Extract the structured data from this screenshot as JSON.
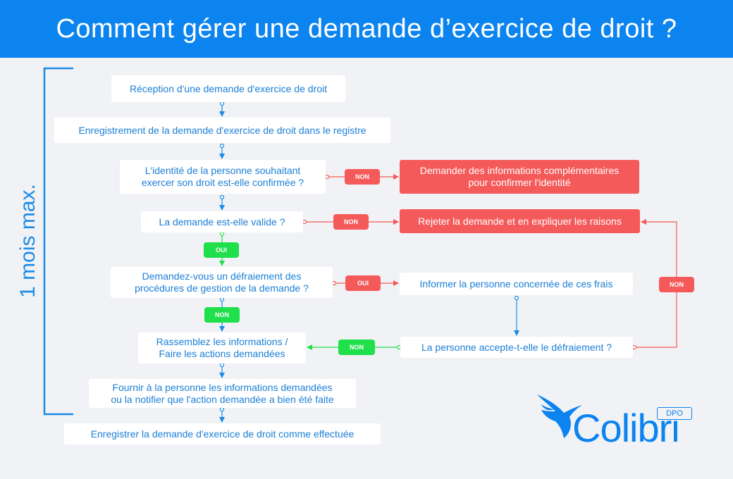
{
  "header": {
    "title": "Comment gérer une demande d’exercice de droit ?"
  },
  "side_label": "1 mois max.",
  "steps": {
    "reception": "Réception d'une demande d'exercice de droit",
    "enregistrement": "Enregistrement de la demande d'exercice de droit dans le registre",
    "identite": [
      "L'identité de la personne souhaitant",
      "exercer son droit est-elle confirmée ?"
    ],
    "valide": "La demande est-elle valide ?",
    "defraiement": [
      "Demandez-vous un défraiement des",
      "procédures de gestion de la demande ?"
    ],
    "rassemblez": [
      "Rassemblez les informations /",
      "Faire les actions demandées"
    ],
    "fournir": [
      "Fournir à la personne les informations demandées",
      "ou la notifier que l'action demandée a bien été faite"
    ],
    "enregistrer_final": "Enregistrer la demande d'exercice de droit comme effectuée",
    "demander_infos": [
      "Demander des informations complémentaires",
      "pour confirmer l'identité"
    ],
    "rejeter": "Rejeter la demande et en expliquer les raisons",
    "informer": "Informer la personne concernée de ces frais",
    "accepte": "La personne accepte-t-elle le défraiement ?"
  },
  "labels": {
    "non_identite": "NON",
    "non_valide": "NON",
    "oui_valide": "OUI",
    "oui_defraiement": "OUI",
    "non_defraiement": "NON",
    "non_accepte_right": "NON",
    "non_accepte_left": "NON"
  },
  "logo": {
    "name": "Colibri",
    "badge": "DPO"
  },
  "colors": {
    "header": "#0b84f0",
    "text_blue": "#1b7fd6",
    "red": "#f55a5a",
    "green": "#1fe04a",
    "background": "#f1f2f5"
  }
}
